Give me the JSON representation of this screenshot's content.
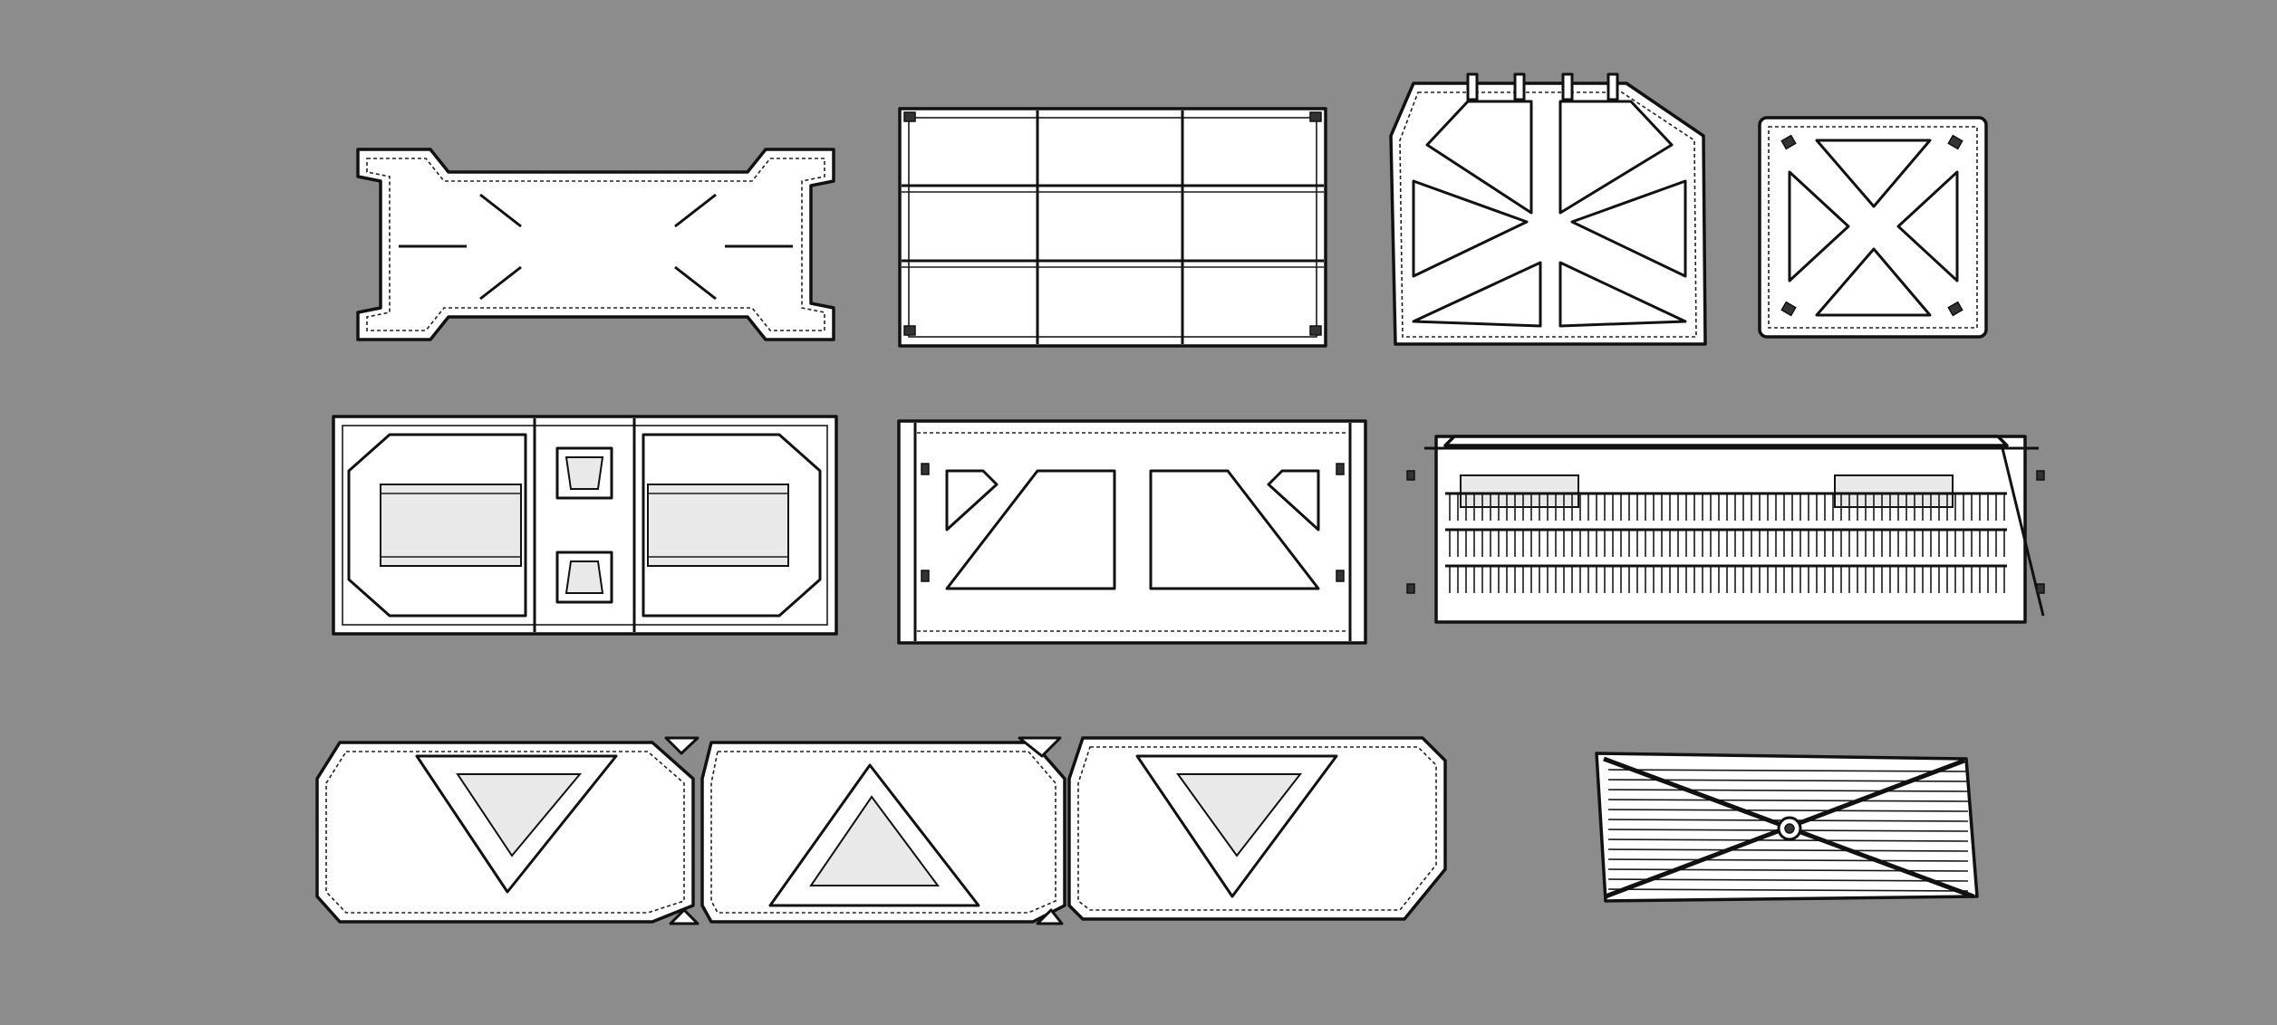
{
  "scene": {
    "background_color": "#8c8c8c",
    "panel_fill_color": "#ffffff",
    "line_color": "#111111",
    "panels": [
      {
        "id": "bracket-plate"
      },
      {
        "id": "grid-wall-panel"
      },
      {
        "id": "bolted-x-panel"
      },
      {
        "id": "small-x-panel"
      },
      {
        "id": "octagon-twin-panel"
      },
      {
        "id": "trapezoid-cutout-panel"
      },
      {
        "id": "vent-grate-panel"
      },
      {
        "id": "triangle-strip-panel"
      },
      {
        "id": "cross-braced-grate"
      }
    ]
  }
}
